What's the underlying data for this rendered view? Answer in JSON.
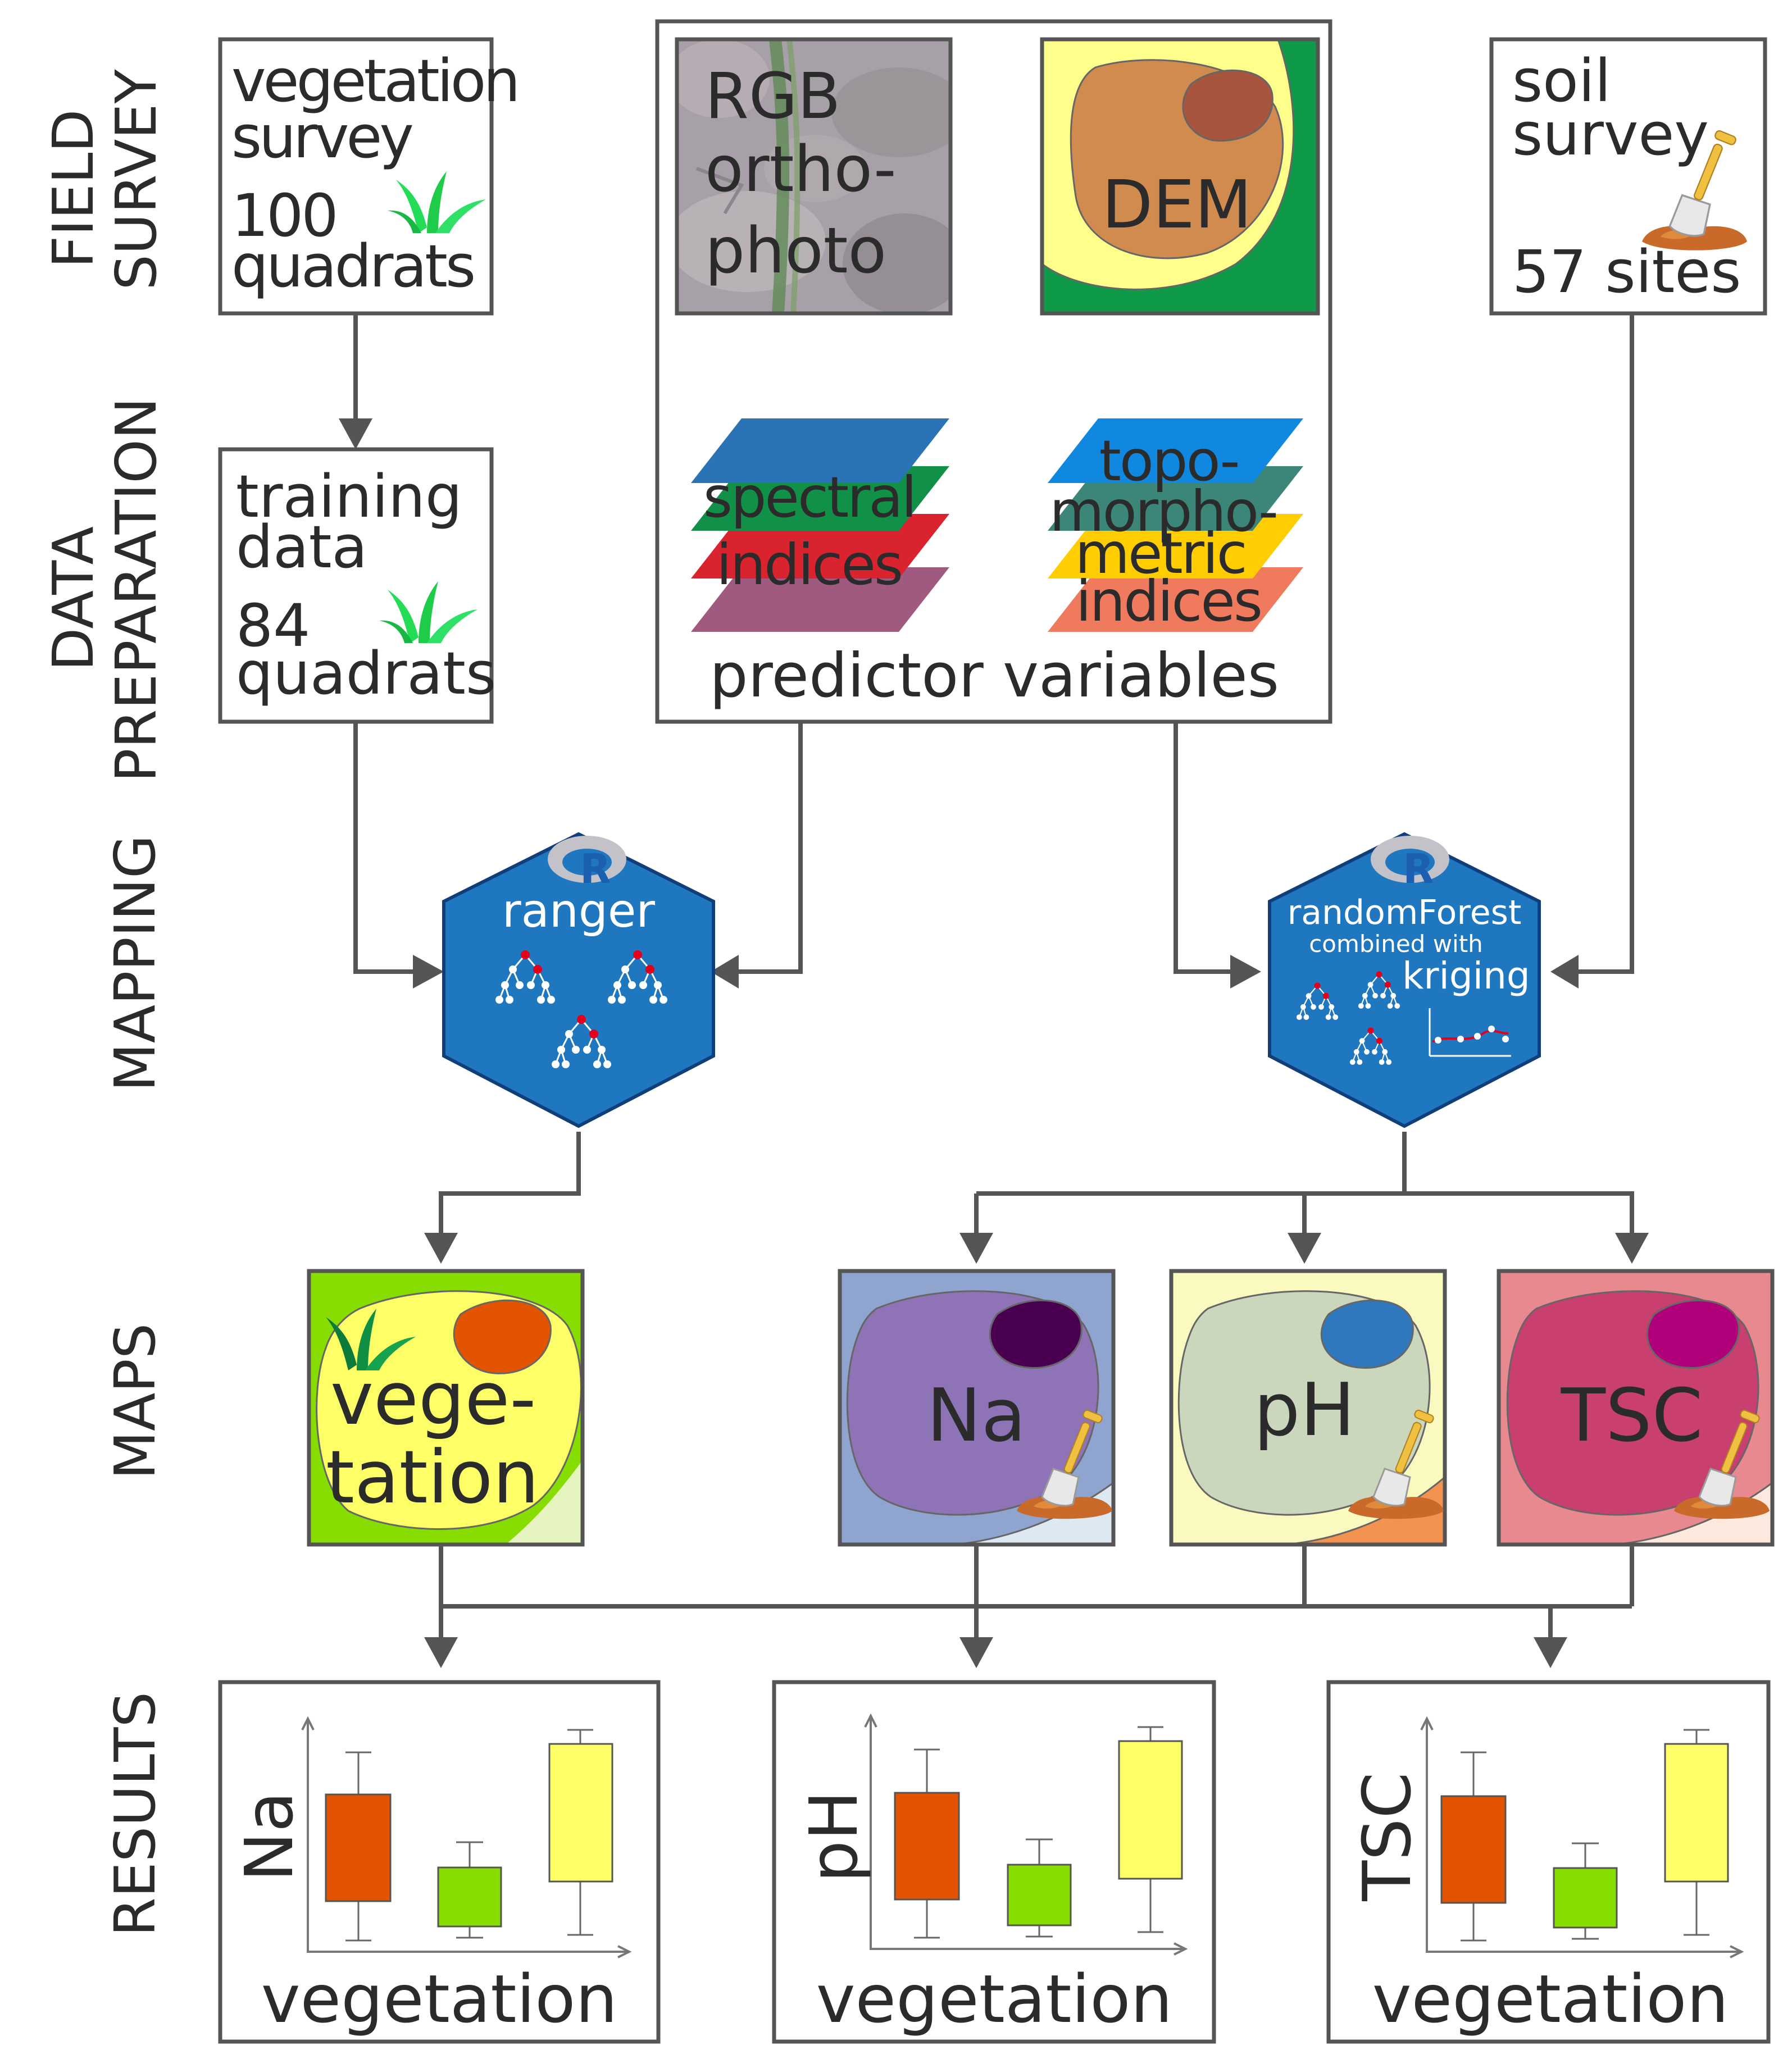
{
  "stages": {
    "field_survey": [
      "FIELD",
      "SURVEY"
    ],
    "data_preparation": [
      "DATA",
      "PREPARATION"
    ],
    "mapping": "MAPPING",
    "maps": "MAPS",
    "results": "RESULTS"
  },
  "vegetation_survey": {
    "title": [
      "vegetation",
      "survey"
    ],
    "count": [
      "100",
      "quadrats"
    ]
  },
  "training_data": {
    "title": [
      "training",
      "data"
    ],
    "count": [
      "84",
      "quadrats"
    ]
  },
  "soil_survey": {
    "title": [
      "soil",
      "survey"
    ],
    "count": "57 sites"
  },
  "rgb": [
    "RGB",
    "ortho-",
    "photo"
  ],
  "dem": "DEM",
  "spectral": [
    "spectral",
    "indices"
  ],
  "topo": [
    "topo-",
    "morpho-",
    "metric",
    "indices"
  ],
  "predictor_label": "predictor variables",
  "ranger": {
    "badge": "R",
    "name": "ranger"
  },
  "rf": {
    "badge": "R",
    "name": "randomForest",
    "sub": "combined with",
    "kriging": "kriging"
  },
  "maps": {
    "vegetation": [
      "vege-",
      "tation"
    ],
    "na": "Na",
    "ph": "pH",
    "tsc": "TSC"
  },
  "results": [
    {
      "ylabel": "Na",
      "xlabel": "vegetation"
    },
    {
      "ylabel": "pH",
      "xlabel": "vegetation"
    },
    {
      "ylabel": "TSC",
      "xlabel": "vegetation"
    }
  ],
  "colors": {
    "line": "#555555",
    "hex": "#1f78bf",
    "tree_red": "#e4001b",
    "veg_green": "#88dd00",
    "veg_yellow": "#fefe66",
    "veg_orange": "#e35400",
    "na_purple": "#8e73b6",
    "ph_blue": "#2f78be",
    "tsc_magenta": "#c93f70"
  }
}
